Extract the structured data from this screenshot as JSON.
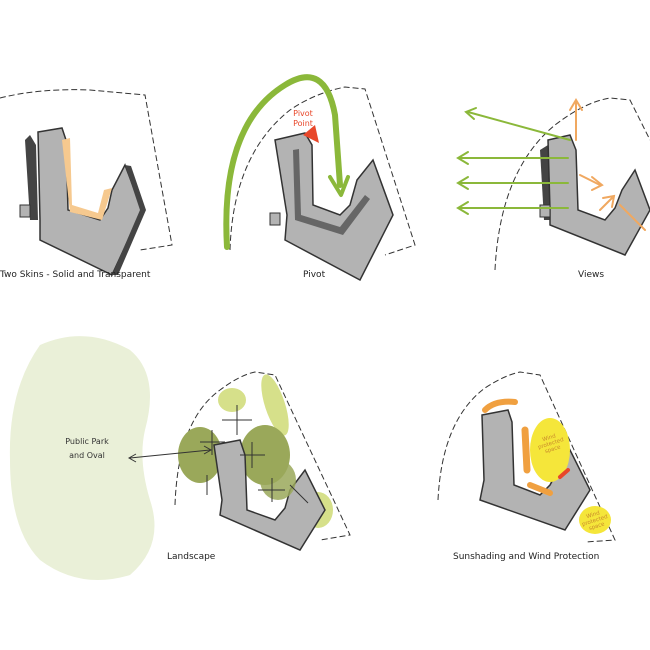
{
  "panels": {
    "two_skins": {
      "caption": "Two Skins - Solid and Transparent"
    },
    "pivot": {
      "caption": "Pivot",
      "pivot_label_line1": "Pivot",
      "pivot_label_line2": "Point"
    },
    "views": {
      "caption": "Views"
    },
    "landscape": {
      "caption": "Landscape",
      "park_line1": "Public Park",
      "park_line2": "and Oval"
    },
    "sunshading": {
      "caption": "Sunshading and Wind Protection",
      "wind_note_1": "Wind protected space",
      "wind_note_2": "Wind protected space"
    }
  },
  "colors": {
    "building": "#b3b3b3",
    "outline": "#333333",
    "skin_transparent": "#f6c98f",
    "green_arrow": "#8bb83a",
    "orange_arrow": "#f0a860",
    "pivot_red": "#e8472a",
    "park": "#eaf0d8",
    "dark_green": "#9aa85a",
    "light_green": "#d6e08a",
    "yellow": "#f5e63a",
    "orange_shade": "#f0a040"
  }
}
